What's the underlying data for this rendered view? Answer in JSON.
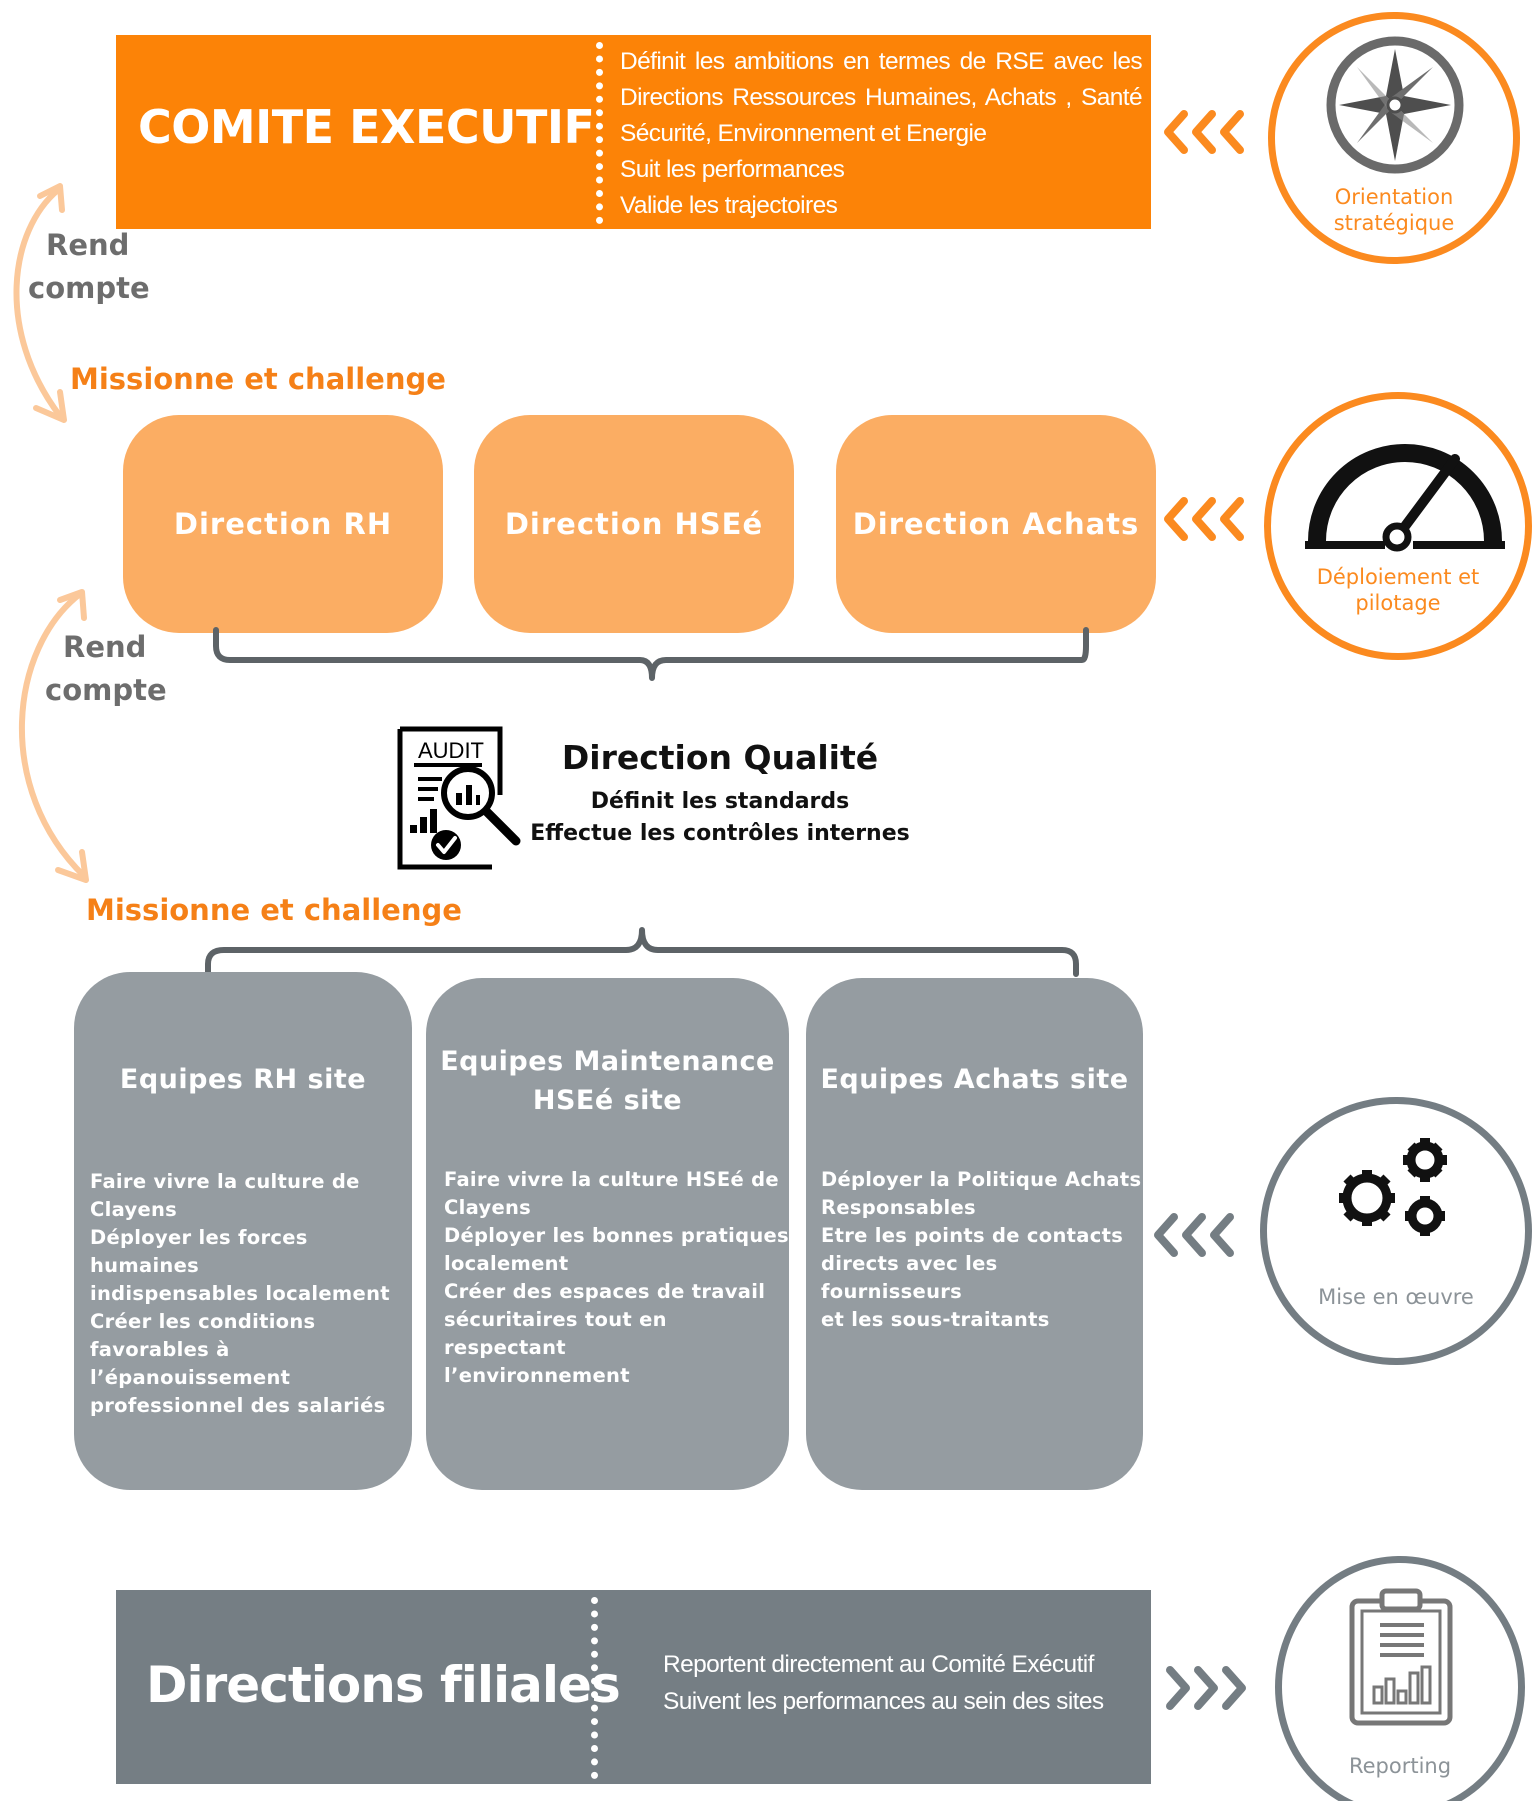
{
  "executive": {
    "title": "COMITE EXECUTIF",
    "lines": [
      "Définit les ambitions en termes de RSE avec les",
      "Directions Ressources Humaines, Achats , Santé",
      "Sécurité, Environnement et Energie",
      "Suit les performances",
      "Valide les trajectoires"
    ]
  },
  "badges": {
    "orientation": {
      "label": "Orientation stratégique",
      "icon": "compass-icon",
      "color": "#fb8a1f"
    },
    "deploiement": {
      "label": "Déploiement et pilotage",
      "icon": "gauge-icon",
      "color": "#fb8a1f"
    },
    "mise_en_oeuvre": {
      "label": "Mise en œuvre",
      "icon": "gears-icon",
      "color": "#747d83"
    },
    "reporting": {
      "label": "Reporting",
      "icon": "clipboard-chart-icon",
      "color": "#747d83"
    }
  },
  "flows": {
    "rend_compte_1": [
      "Rend",
      "compte"
    ],
    "rend_compte_2": [
      "Rend",
      "compte"
    ],
    "missionne_1": "Missionne et challenge",
    "missionne_2": "Missionne et challenge"
  },
  "directions": [
    {
      "label": "Direction RH"
    },
    {
      "label": "Direction HSEé"
    },
    {
      "label": "Direction Achats"
    }
  ],
  "qualite": {
    "icon_text": "AUDIT",
    "title": "Direction Qualité",
    "line1": "Définit les standards",
    "line2": "Effectue les contrôles internes"
  },
  "teams": [
    {
      "title": [
        "Equipes RH site"
      ],
      "items": [
        "Faire vivre la culture de",
        "Clayens",
        "Déployer les forces humaines",
        "indispensables localement",
        "Créer les conditions",
        "favorables à",
        "l’épanouissement",
        "professionnel des salariés"
      ]
    },
    {
      "title": [
        "Equipes Maintenance",
        "HSEé site"
      ],
      "items": [
        "Faire vivre la culture HSEé de",
        "Clayens",
        "Déployer les bonnes pratiques",
        "localement",
        "Créer des espaces de travail",
        "sécuritaires tout en respectant",
        "l’environnement"
      ]
    },
    {
      "title": [
        "Equipes Achats site"
      ],
      "items": [
        "Déployer la Politique Achats",
        "Responsables",
        "Etre les points de contacts",
        "directs avec les fournisseurs",
        "et les sous-traitants"
      ]
    }
  ],
  "filiales": {
    "title": "Directions filiales",
    "lines": [
      "Reportent directement au Comité Exécutif",
      "Suivent les performances au sein des sites"
    ]
  },
  "colors": {
    "orange": "#fc8307",
    "light_orange": "#fbad63",
    "grey_box": "#959ca1",
    "dark_grey": "#757e84"
  }
}
